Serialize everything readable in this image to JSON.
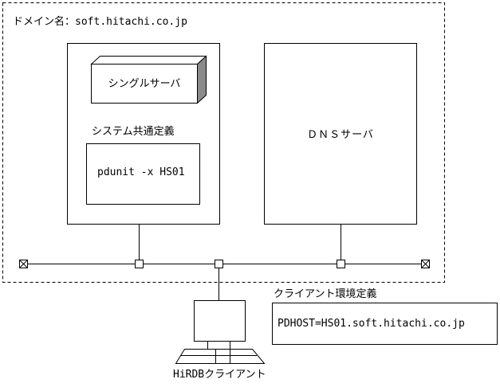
{
  "domain": {
    "prefix": "ドメイン名：",
    "name": "soft.hitachi.co.jp"
  },
  "single_server": {
    "label": "シングルサーバ"
  },
  "system_definition": {
    "title": "システム共通定義",
    "command": "pdunit  -x HS01"
  },
  "dns_server": {
    "label": "ＤＮＳサーバ"
  },
  "client_env_definition": {
    "title": "クライアント環境定義",
    "value": "PDHOST=HS01.soft.hitachi.co.jp"
  },
  "client": {
    "label": "HiRDBクライアント"
  }
}
